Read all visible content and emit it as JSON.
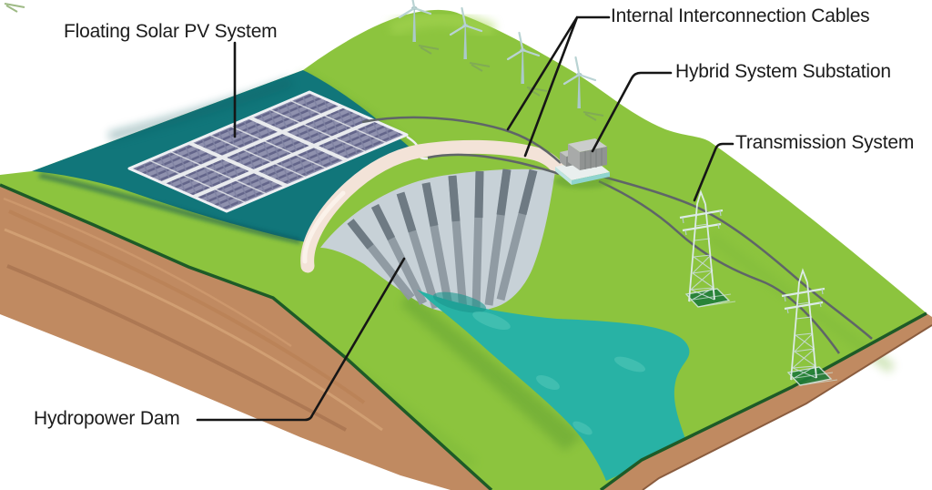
{
  "labels": {
    "floating_solar": "Floating Solar PV System",
    "internal_cables": "Internal Interconnection Cables",
    "substation": "Hybrid System Substation",
    "transmission": "Transmission System",
    "dam": "Hydropower Dam"
  },
  "scene": {
    "wind_turbine_count": 4,
    "transmission_tower_count": 2,
    "solar_array_blocks": "3 x 3 grid of panel blocks"
  },
  "colors": {
    "grass": "#8cc43e",
    "reservoir": "#11767a",
    "river": "#28b2a5",
    "earth": "#c08a61",
    "sand": "#f3e3d8",
    "dam_face": "#c7d1d7",
    "cable": "#5f6568",
    "leader": "#161616",
    "panel": "#8f91ae",
    "turbine": "#abc9cb",
    "tower": "#dcebe6",
    "substation_pad": "#8fd4cf"
  }
}
